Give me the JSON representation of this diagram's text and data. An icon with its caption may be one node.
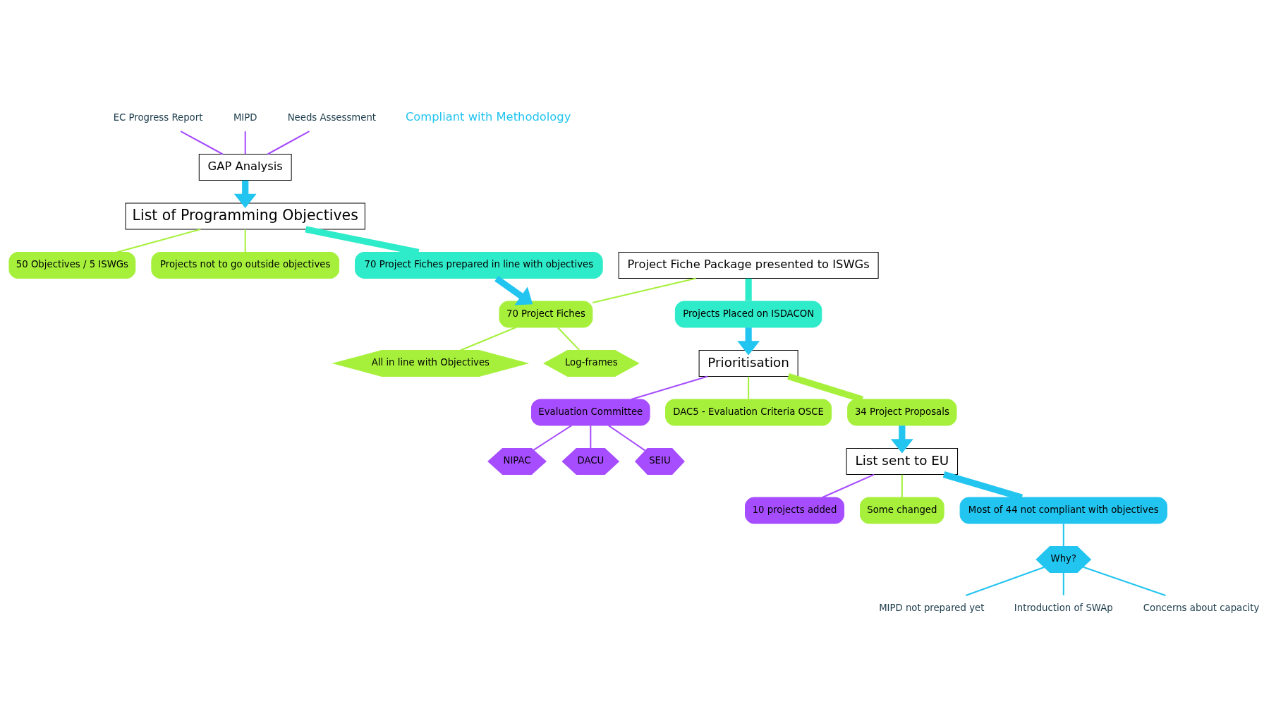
{
  "diagram": {
    "nodes": [
      {
        "text": [
          "EC Progress Report"
        ]
      },
      {
        "text": [
          "MIPD"
        ]
      },
      {
        "text": [
          "Needs Assessment"
        ]
      },
      {
        "text": [
          "GAP Analysis"
        ]
      },
      {
        "text": [
          "List of Programming Objectives"
        ]
      },
      {
        "text": [
          "50 Objectives / 5 ISWGs"
        ]
      },
      {
        "text": [
          "Projects not to go outside objectives"
        ]
      },
      {
        "text": [
          "70 Project Fiches prepared in line with objectives"
        ]
      },
      {
        "text": [
          "All in line with Objectives"
        ]
      },
      {
        "text": [
          "Project Fiche Package presented to ISWGs"
        ]
      },
      {
        "text": [
          "70 Project Fiches"
        ]
      },
      {
        "text": [
          "Log-frames"
        ]
      },
      {
        "text": [
          "NIPAC"
        ]
      },
      {
        "text": [
          "Projects Placed on ISDACON"
        ]
      },
      {
        "text": [
          "DACU"
        ]
      },
      {
        "text": [
          "Evaluation Committee"
        ]
      },
      {
        "text": [
          "Prioritisation"
        ]
      },
      {
        "text": [
          "DAC5 - Evaluation Criteria OSCE"
        ]
      },
      {
        "text": [
          "SEIU"
        ]
      },
      {
        "text": [
          "34 Project Proposals"
        ]
      },
      {
        "text": [
          "10 projects added"
        ]
      },
      {
        "text": [
          "List sent to EU"
        ]
      },
      {
        "text": [
          "Some changed"
        ]
      },
      {
        "text": [
          "MIPD not prepared yet"
        ]
      },
      {
        "text": [
          "Introduction of SWAp"
        ]
      },
      {
        "text": [
          "Why?"
        ]
      },
      {
        "text": [
          "Concerns about capacity"
        ]
      },
      {
        "text": [
          "Most of 44 not compliant with objectives"
        ]
      }
    ],
    "edges": [
      {
        "from": 0,
        "to": 3,
        "arrow": "none",
        "color": "#a64dff"
      },
      {
        "from": 1,
        "to": 3,
        "arrow": "none",
        "color": "#a64dff"
      },
      {
        "from": 2,
        "to": 3,
        "arrow": "none",
        "color": "#a64dff"
      },
      {
        "from": 3,
        "to": 4,
        "arrow": "to",
        "style": "thick",
        "color": "#22c4f0"
      },
      {
        "from": 4,
        "to": 5,
        "arrow": "none",
        "color": "#a6f03c"
      },
      {
        "from": 4,
        "to": 6,
        "arrow": "none",
        "color": "#a6f03c"
      },
      {
        "from": 4,
        "to": 7,
        "arrow": "none",
        "style": "thick",
        "color": "#2eebc9"
      },
      {
        "from": 7,
        "to": 10,
        "arrow": "to",
        "style": "thick",
        "color": "#22c4f0"
      },
      {
        "from": 9,
        "to": 10,
        "arrow": "none",
        "color": "#a6f03c"
      },
      {
        "from": 10,
        "to": 8,
        "arrow": "none",
        "color": "#a6f03c"
      },
      {
        "from": 10,
        "to": 11,
        "arrow": "none",
        "color": "#a6f03c"
      },
      {
        "from": 9,
        "to": 13,
        "arrow": "none",
        "style": "thick",
        "color": "#2eebc9"
      },
      {
        "from": 13,
        "to": 16,
        "arrow": "to",
        "style": "thick",
        "color": "#22c4f0"
      },
      {
        "from": 15,
        "to": 12,
        "arrow": "none",
        "color": "#a64dff"
      },
      {
        "from": 15,
        "to": 14,
        "arrow": "none",
        "color": "#a64dff"
      },
      {
        "from": 15,
        "to": 18,
        "arrow": "none",
        "color": "#a64dff"
      },
      {
        "from": 16,
        "to": 15,
        "arrow": "none",
        "color": "#a64dff"
      },
      {
        "from": 16,
        "to": 17,
        "arrow": "none",
        "color": "#a6f03c"
      },
      {
        "from": 16,
        "to": 19,
        "arrow": "none",
        "style": "thick",
        "color": "#a6f03c"
      },
      {
        "from": 19,
        "to": 21,
        "arrow": "to",
        "style": "thick",
        "color": "#22c4f0"
      },
      {
        "from": 21,
        "to": 20,
        "arrow": "none",
        "color": "#a64dff"
      },
      {
        "from": 21,
        "to": 22,
        "arrow": "none",
        "color": "#a6f03c"
      },
      {
        "from": 21,
        "to": 27,
        "arrow": "none",
        "style": "thick",
        "color": "#22c4f0"
      },
      {
        "from": 27,
        "to": 25,
        "arrow": "none",
        "color": "#22c4f0"
      },
      {
        "from": 25,
        "to": 23,
        "arrow": "none",
        "color": "#22c4f0"
      },
      {
        "from": 25,
        "to": 24,
        "arrow": "none",
        "color": "#22c4f0"
      },
      {
        "from": 25,
        "to": 26,
        "arrow": "none",
        "color": "#22c4f0"
      }
    ],
    "labels": [
      "Compliant with Methodology"
    ]
  }
}
